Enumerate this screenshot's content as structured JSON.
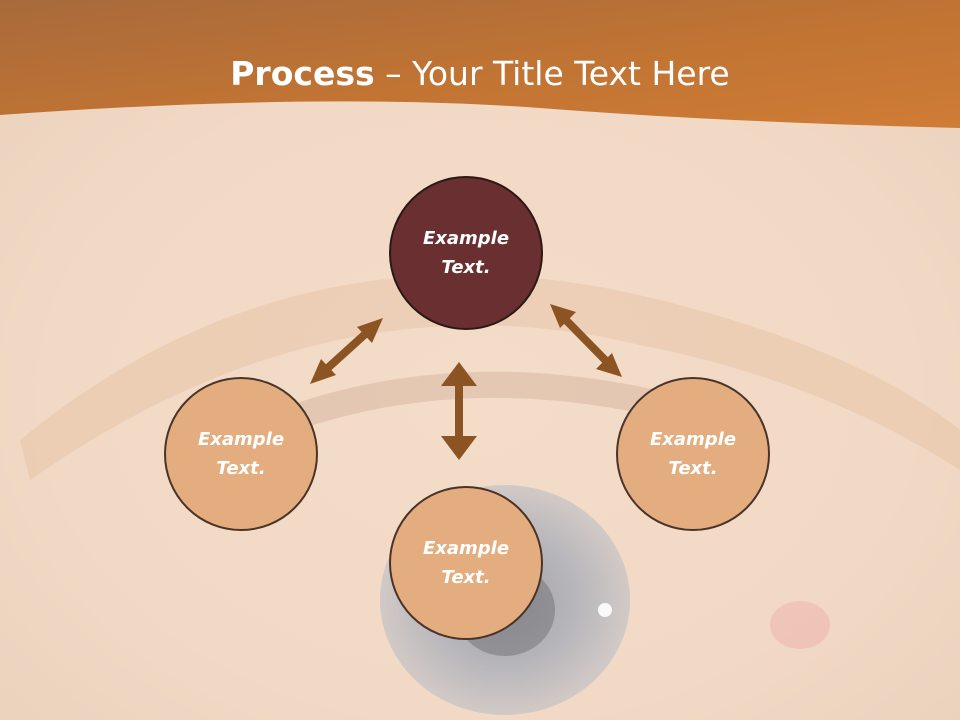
{
  "slide": {
    "title_bold": "Process",
    "title_rest": " – Your Title Text Here"
  },
  "nodes": [
    {
      "id": "top",
      "line1": "Example",
      "line2": "Text."
    },
    {
      "id": "left",
      "line1": "Example",
      "line2": "Text."
    },
    {
      "id": "bottom",
      "line1": "Example",
      "line2": "Text."
    },
    {
      "id": "right",
      "line1": "Example",
      "line2": "Text."
    }
  ],
  "colors": {
    "header": "#c4763a",
    "arrow": "#8c5422",
    "node_dark": "#6a2f30",
    "node_light": "#e4ad80"
  }
}
